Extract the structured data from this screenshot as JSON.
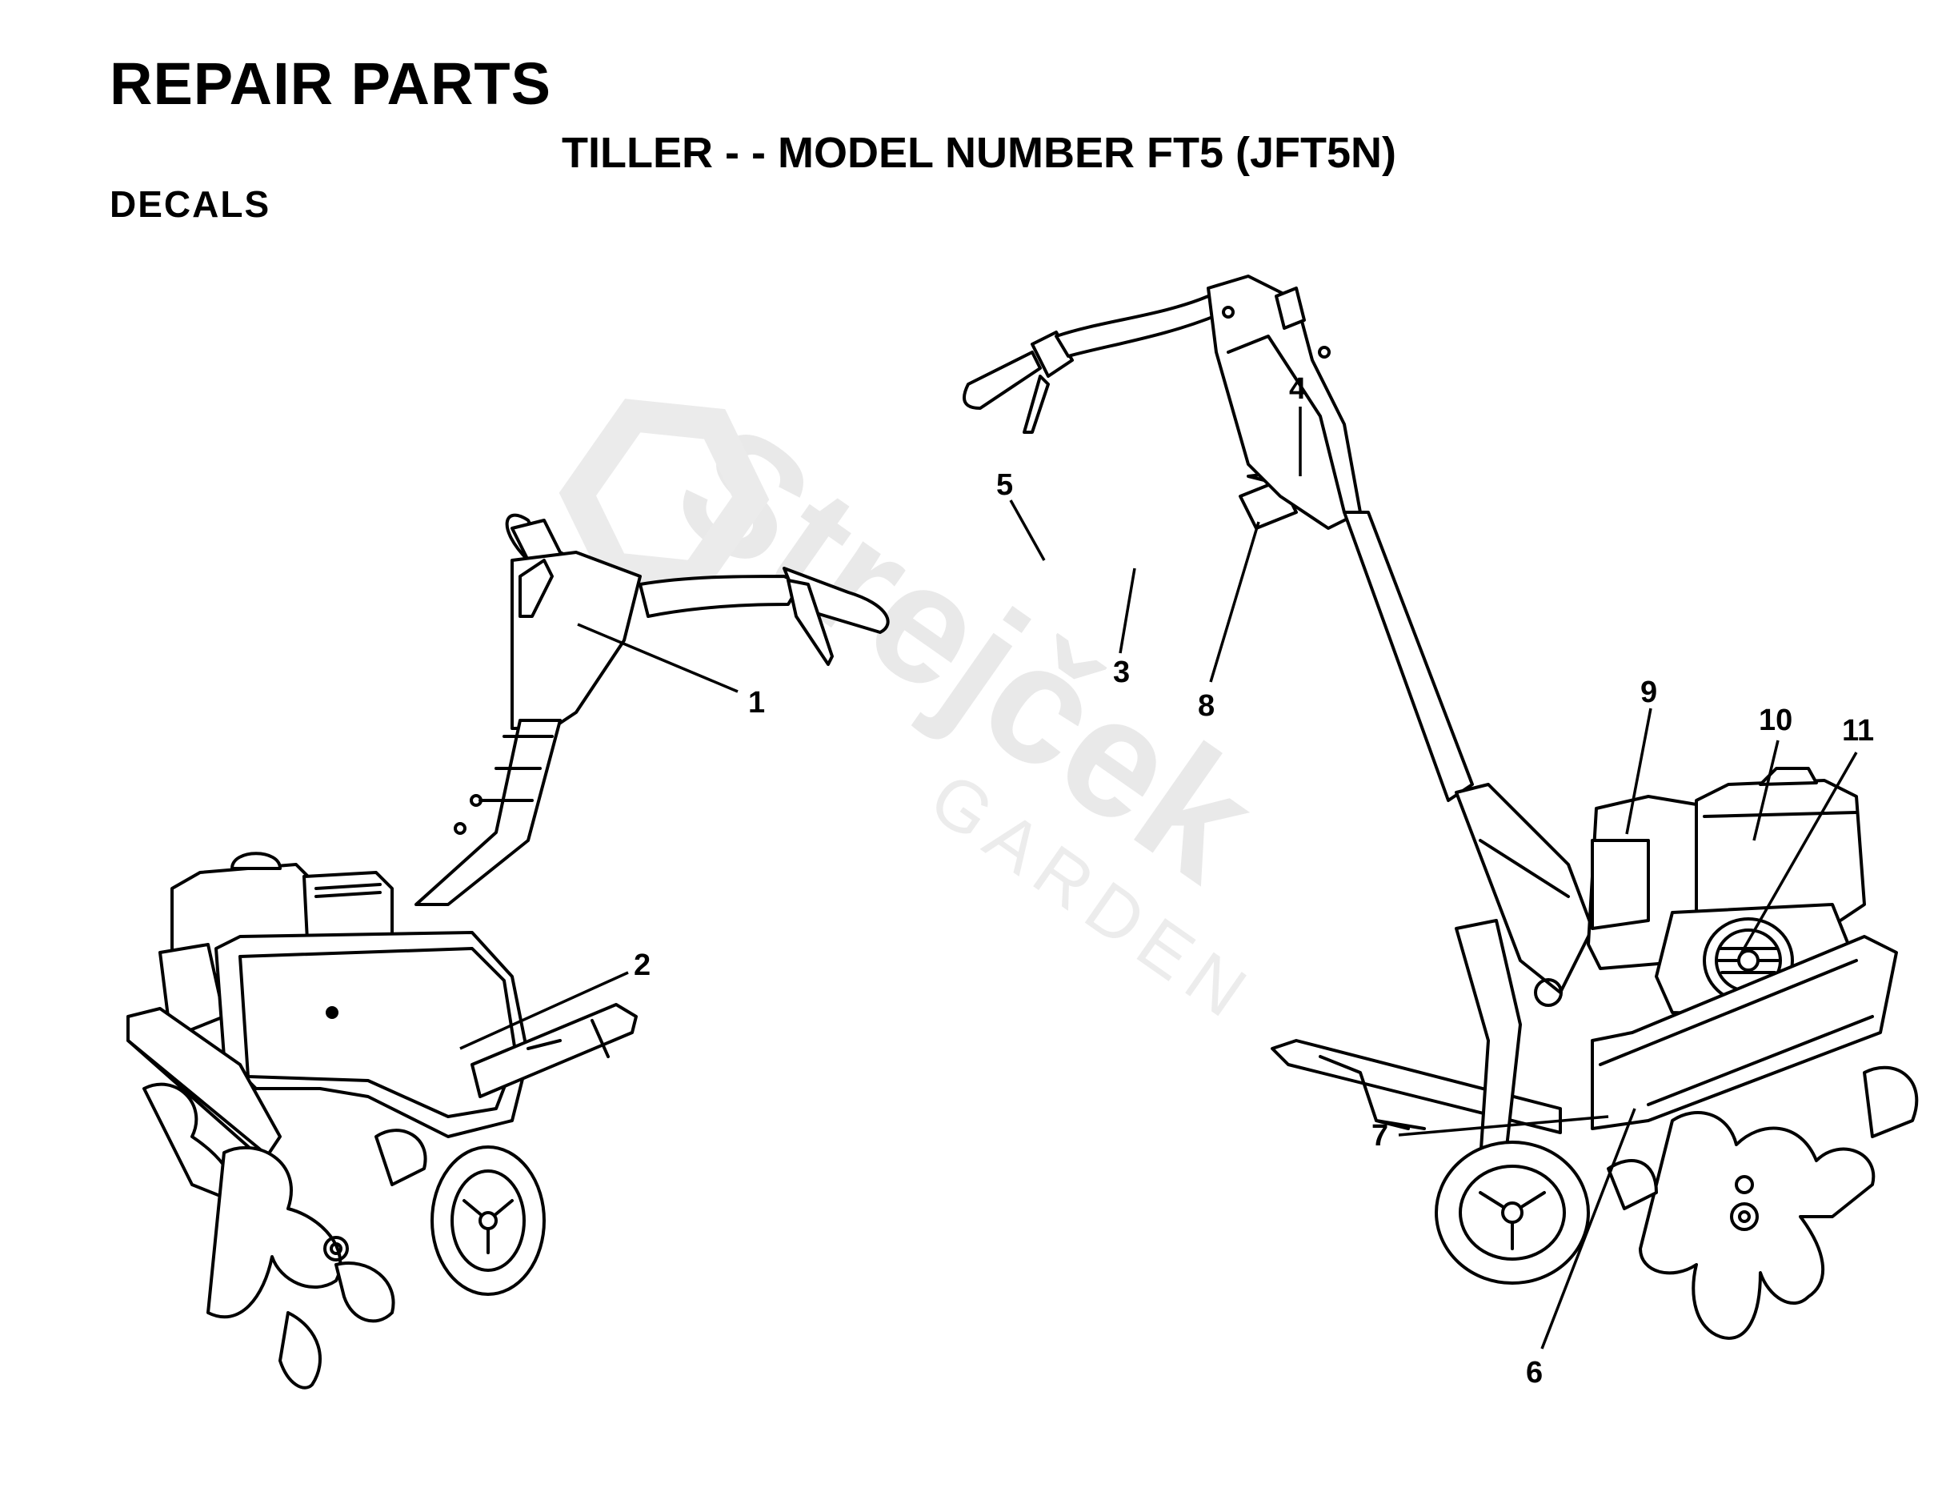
{
  "header": {
    "title": "REPAIR PARTS",
    "subtitle": "TILLER - - MODEL NUMBER FT5 (JFT5N)",
    "section": "DECALS"
  },
  "watermark": {
    "brand": "Strejček",
    "tagline": "GARDEN"
  },
  "callouts": [
    {
      "label": "1"
    },
    {
      "label": "2"
    },
    {
      "label": "3"
    },
    {
      "label": "4"
    },
    {
      "label": "5"
    },
    {
      "label": "6"
    },
    {
      "label": "7"
    },
    {
      "label": "8"
    },
    {
      "label": "9"
    },
    {
      "label": "10"
    },
    {
      "label": "11"
    }
  ]
}
